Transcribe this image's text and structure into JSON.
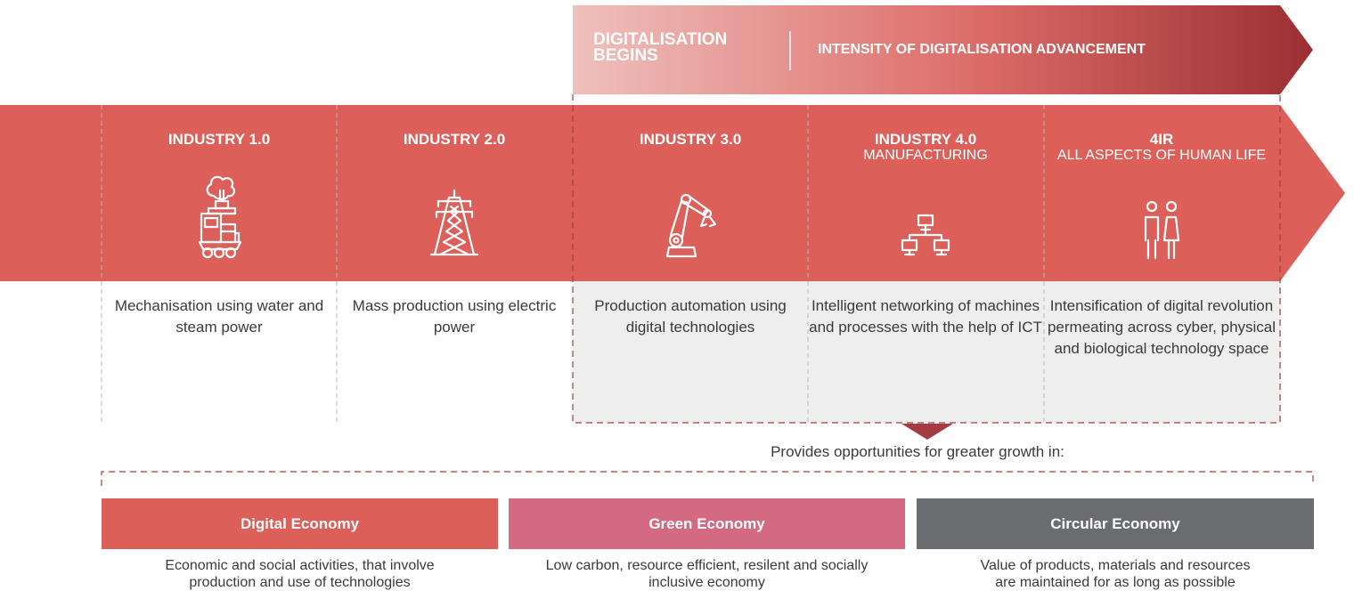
{
  "colors": {
    "band_red": "#dc5f5a",
    "arrow_light": "#efc0bd",
    "arrow_dark": "#9c2f34",
    "panel_grey": "#eeeeee",
    "dashed_dark": "#a33c42",
    "dashed_grey": "#bbbbbb",
    "digital_economy": "#dc5f5a",
    "green_economy": "#d36a82",
    "circular_economy": "#6b6c6f",
    "text_dark": "#3a3a3a"
  },
  "digitalisation": {
    "begins": "DIGITALISATION BEGINS",
    "intensity": "INTENSITY OF DIGITALISATION ADVANCEMENT"
  },
  "stages": [
    {
      "title": "INDUSTRY 1.0",
      "subtitle": "",
      "icon": "steam-train-icon",
      "description": "Mechanisation using water and steam power"
    },
    {
      "title": "INDUSTRY 2.0",
      "subtitle": "",
      "icon": "power-pylon-icon",
      "description": "Mass production using electric power"
    },
    {
      "title": "INDUSTRY 3.0",
      "subtitle": "",
      "icon": "robot-arm-icon",
      "description": "Production automation using digital technologies"
    },
    {
      "title": "INDUSTRY 4.0",
      "subtitle": "MANUFACTURING",
      "icon": "network-icon",
      "description": "Intelligent networking of machines and processes with the help of ICT"
    },
    {
      "title": "4IR",
      "subtitle": "ALL ASPECTS OF HUMAN LIFE",
      "icon": "people-icon",
      "description": "Intensification of digital revolution permeating across cyber, physical and biological technology space"
    }
  ],
  "provides_text": "Provides opportunities for greater growth in:",
  "economies": [
    {
      "label": "Digital Economy",
      "description": "Economic and social activities, that involve production and use of technologies"
    },
    {
      "label": "Green Economy",
      "description": "Low carbon, resource efficient, resilent and socially inclusive economy"
    },
    {
      "label": "Circular Economy",
      "description": "Value of products, materials and resources are maintained for as long as possible"
    }
  ]
}
